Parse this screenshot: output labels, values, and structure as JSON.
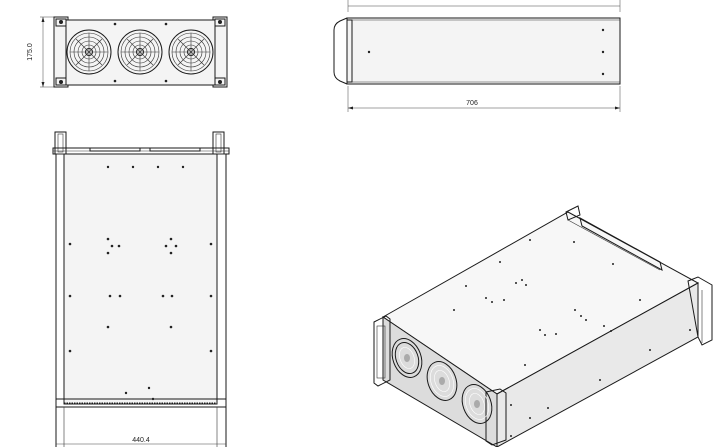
{
  "dimensions": {
    "height": "175.0",
    "depth": "706",
    "width": "440.4"
  },
  "views": [
    "front-view",
    "side-view",
    "top-view",
    "isometric-view"
  ]
}
